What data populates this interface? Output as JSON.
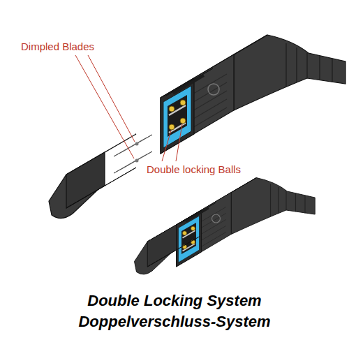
{
  "diagram": {
    "caption": "Double Locking System Doppelverschluss-System",
    "labels": [
      "Dimpled Blades",
      "Double locking Balls"
    ]
  }
}
